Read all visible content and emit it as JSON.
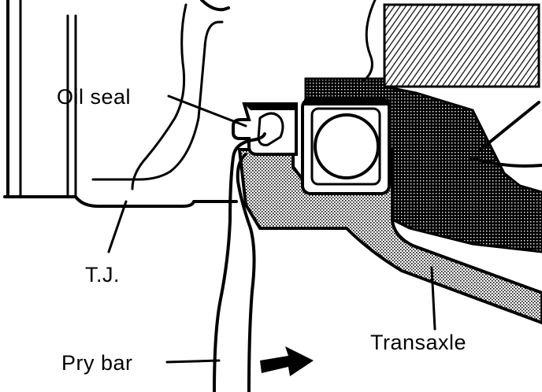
{
  "diagram": {
    "labels": {
      "oil_seal": "Oil seal",
      "tj": "T.J.",
      "pry_bar": "Pry bar",
      "transaxle": "Transaxle"
    },
    "colors": {
      "ink": "#000000",
      "background": "#ffffff",
      "stipple": "#777777"
    }
  }
}
